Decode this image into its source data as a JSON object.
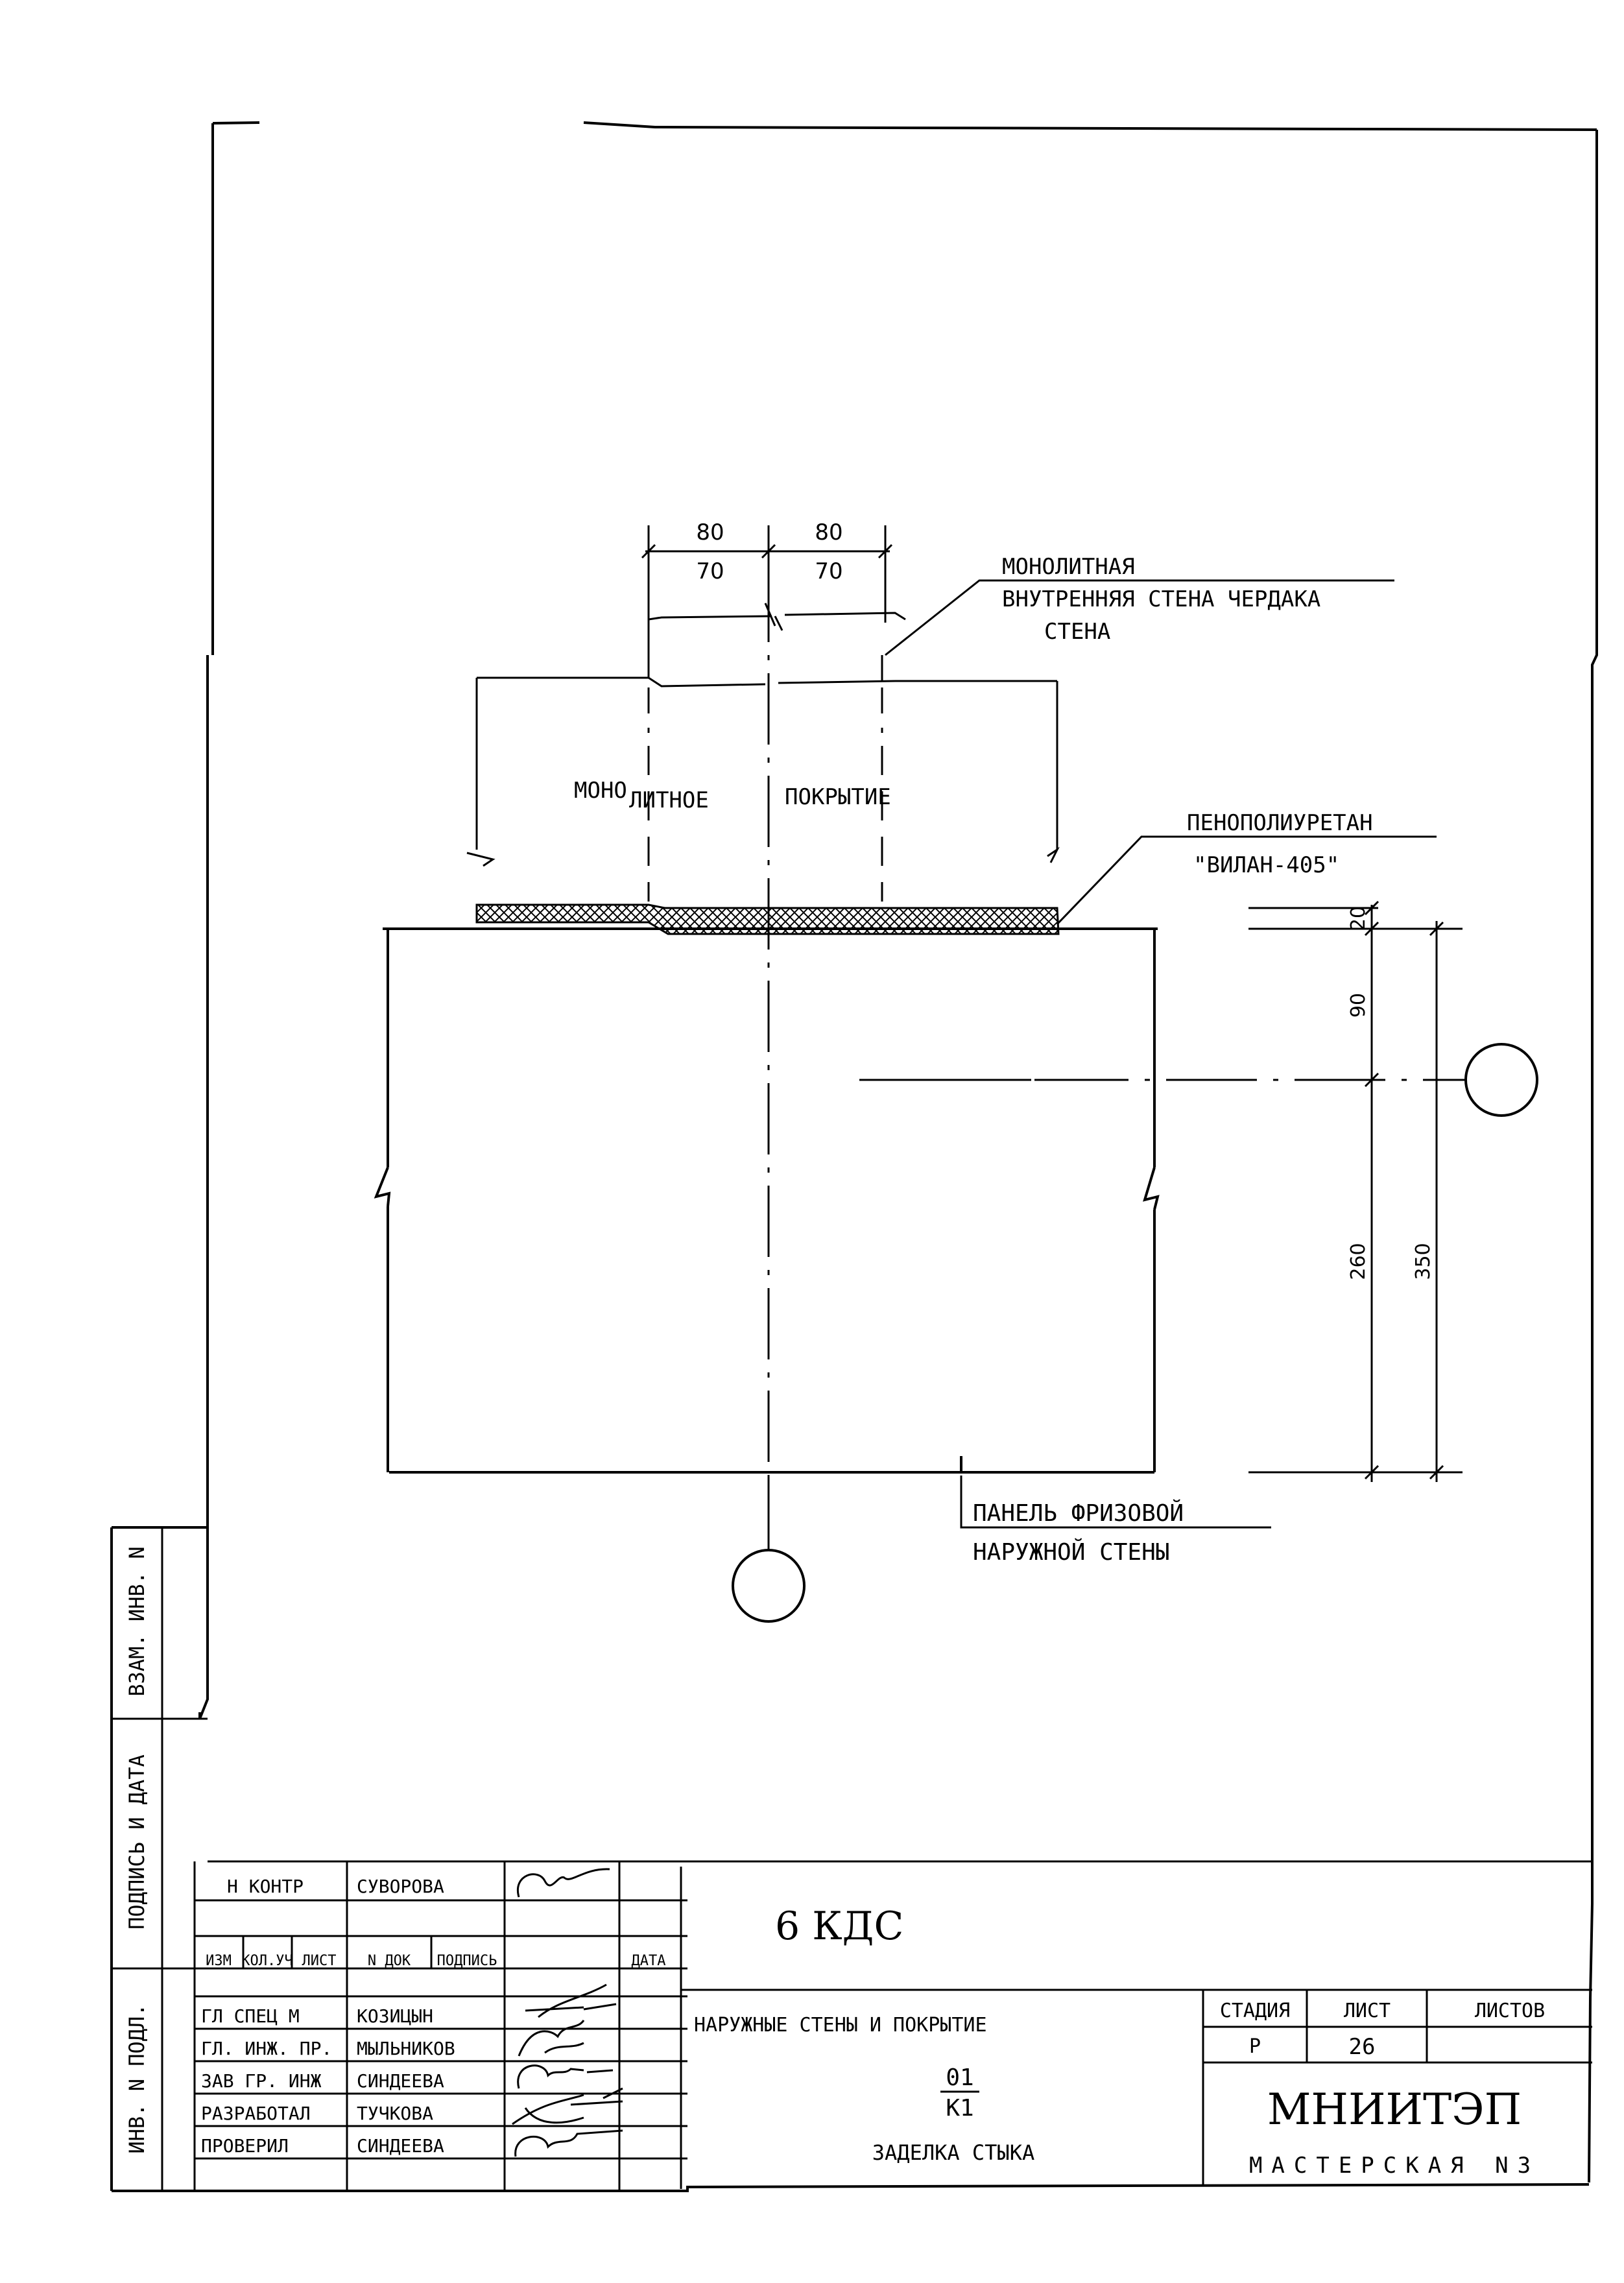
{
  "drawing": {
    "dim_top_left_upper": "80",
    "dim_top_right_upper": "80",
    "dim_top_left_lower": "70",
    "dim_top_right_lower": "70",
    "dim_right_20": "20",
    "dim_right_90": "90",
    "dim_right_260": "260",
    "dim_right_350": "350",
    "label_wall_line1": "МОНОЛИТНАЯ",
    "label_wall_line2": "ВНУТРЕННЯЯ СТЕНА ЧЕРДАКА",
    "label_wall_line3": "СТЕНА",
    "label_cover_part1": "МОНО",
    "label_cover_part2": "ЛИТНОЕ",
    "label_cover_part3": "ПОКРЫТИЕ",
    "label_foam_line1": "ПЕНОПОЛИУРЕТАН",
    "label_foam_line2": "\"ВИЛАН-405\"",
    "label_panel_line1": "ПАНЕЛЬ ФРИЗОВОЙ",
    "label_panel_line2": "НАРУЖНОЙ СТЕНЫ"
  },
  "side_stamp": {
    "col1": "ИНВ. N ПОДЛ.",
    "col2": "ПОДПИСЬ И ДАТА",
    "col3": "ВЗАМ. ИНВ. N"
  },
  "title_block": {
    "code": "6 КДС",
    "title": "НАРУЖНЫЕ СТЕНЫ И ПОКРЫТИЕ",
    "num_top": "01",
    "num_bottom": "К1",
    "subtitle": "ЗАДЕЛКА СТЫКА",
    "hdr_stage": "СТАДИЯ",
    "hdr_sheet": "ЛИСТ",
    "hdr_sheets": "ЛИСТОВ",
    "stage": "Р",
    "sheet": "26",
    "sheets": "",
    "org": "МНИИТЭП",
    "org_sub": "МАСТЕРСКАЯ N3",
    "col_headers": [
      "ИЗМ",
      "КОЛ.УЧ",
      "ЛИСТ",
      "N ДОК",
      "ПОДПИСЬ",
      "ДАТА"
    ],
    "people": [
      {
        "role": "Н КОНТР",
        "name": "СУВОРОВА"
      },
      {
        "role": "ГЛ СПЕЦ М",
        "name": "КОЗИЦЫН"
      },
      {
        "role": "ГЛ. ИНЖ. ПР.",
        "name": "МЫЛЬНИКОВ"
      },
      {
        "role": "ЗАВ ГР. ИНЖ",
        "name": "СИНДЕЕВА"
      },
      {
        "role": "РАЗРАБОТАЛ",
        "name": "ТУЧКОВА"
      },
      {
        "role": "ПРОВЕРИЛ",
        "name": "СИНДЕЕВА"
      }
    ]
  }
}
